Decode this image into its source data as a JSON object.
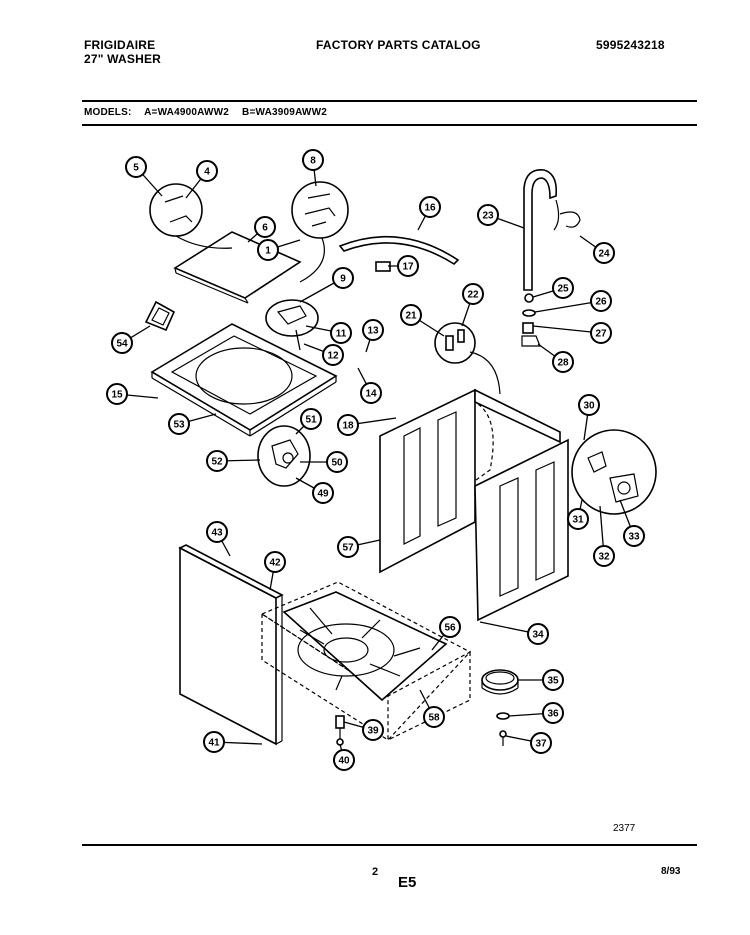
{
  "header": {
    "brand": "FRIGIDAIRE",
    "subtitle": "27\" WASHER",
    "catalog_title": "FACTORY PARTS CATALOG",
    "doc_number": "5995243218"
  },
  "models": {
    "label": "MODELS:",
    "model_a": "A=WA4900AWW2",
    "model_b": "B=WA3909AWW2"
  },
  "footer": {
    "page": "2",
    "section": "E5",
    "date": "8/93",
    "drawing_number": "2377"
  },
  "callouts": [
    "1",
    "4",
    "5",
    "6",
    "8",
    "9",
    "11",
    "12",
    "13",
    "14",
    "15",
    "16",
    "17",
    "18",
    "21",
    "22",
    "23",
    "24",
    "25",
    "26",
    "27",
    "28",
    "30",
    "31",
    "32",
    "33",
    "34",
    "35",
    "36",
    "37",
    "39",
    "40",
    "41",
    "42",
    "43",
    "49",
    "50",
    "51",
    "52",
    "53",
    "54",
    "56",
    "57",
    "58"
  ]
}
